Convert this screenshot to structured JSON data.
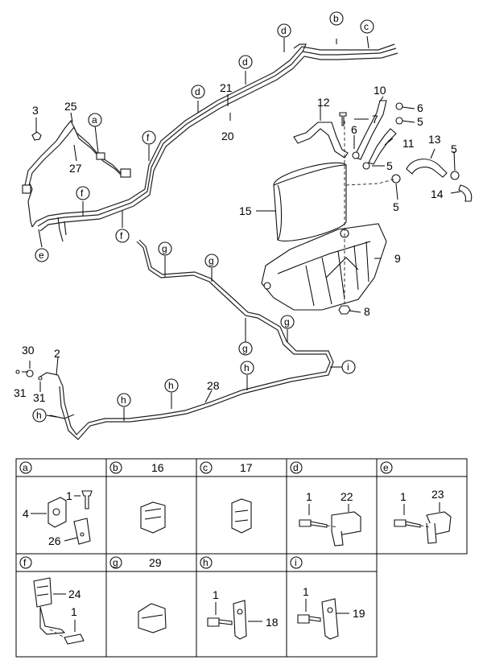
{
  "callouts": {
    "n1": "1",
    "n2": "2",
    "n3": "3",
    "n4": "4",
    "n5": "5",
    "n6": "6",
    "n7": "7",
    "n8": "8",
    "n9": "9",
    "n10": "10",
    "n11": "11",
    "n12": "12",
    "n13": "13",
    "n14": "14",
    "n15": "15",
    "n16": "16",
    "n17": "17",
    "n18": "18",
    "n19": "19",
    "n20": "20",
    "n21": "21",
    "n22": "22",
    "n23": "23",
    "n24": "24",
    "n25": "25",
    "n26": "26",
    "n27": "27",
    "n28": "28",
    "n29": "29",
    "n30": "30",
    "n31": "31"
  },
  "letters": {
    "a": "a",
    "b": "b",
    "c": "c",
    "d": "d",
    "e": "e",
    "f": "f",
    "g": "g",
    "h": "h",
    "i": "i"
  },
  "detail_cells": [
    {
      "letter": "a"
    },
    {
      "letter": "b",
      "part": "16"
    },
    {
      "letter": "c",
      "part": "17"
    },
    {
      "letter": "d",
      "parts": [
        "1",
        "22"
      ]
    },
    {
      "letter": "e",
      "parts": [
        "1",
        "23"
      ]
    },
    {
      "letter": "f",
      "parts": [
        "24",
        "1"
      ]
    },
    {
      "letter": "g",
      "part": "29"
    },
    {
      "letter": "h",
      "parts": [
        "1",
        "18"
      ]
    },
    {
      "letter": "i",
      "parts": [
        "1",
        "19"
      ]
    }
  ]
}
